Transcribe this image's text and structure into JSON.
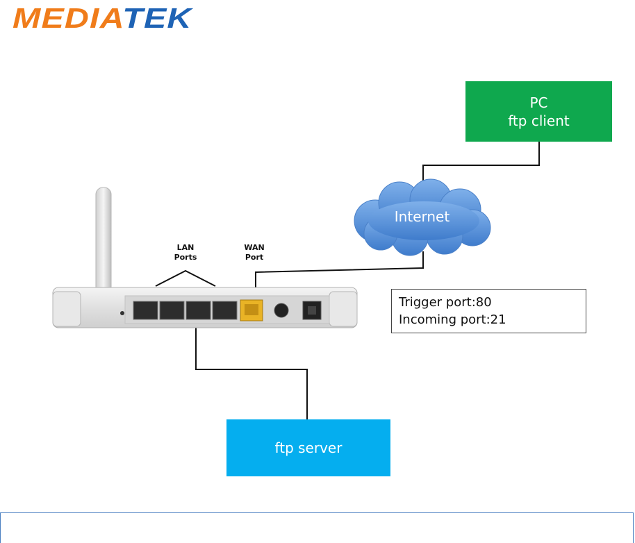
{
  "logo": {
    "part1": "MEDIA",
    "part2": "TEK",
    "accent_color": "#f07c1a",
    "brand_color": "#1e63b5"
  },
  "nodes": {
    "pc": {
      "line1": "PC",
      "line2": "ftp client",
      "color": "#0fa84e"
    },
    "internet": {
      "label": "Internet",
      "color": "#5b93d6"
    },
    "ftp_server": {
      "label": "ftp server",
      "color": "#05aeef"
    }
  },
  "router": {
    "lan_label_1": "LAN",
    "lan_label_2": "Ports",
    "wan_label_1": "WAN",
    "wan_label_2": "Port"
  },
  "ports": {
    "trigger": "Trigger port:80",
    "incoming": "Incoming port:21"
  }
}
